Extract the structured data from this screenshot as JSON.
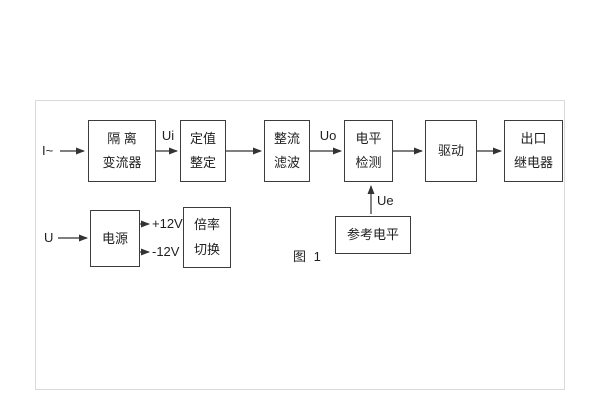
{
  "figure": {
    "caption": "图 1",
    "labels": {
      "input_current": "I~",
      "input_voltage": "U",
      "ui": "Ui",
      "uo": "Uo",
      "ue": "Ue",
      "plus12v": "+12V",
      "minus12v": "-12V"
    },
    "blocks": {
      "isolation": {
        "line1": "隔 离",
        "line2": "变流器"
      },
      "setting": {
        "line1": "定值",
        "line2": "整定"
      },
      "rectify": {
        "line1": "整流",
        "line2": "滤波"
      },
      "level": {
        "line1": "电平",
        "line2": "检测"
      },
      "drive": {
        "line1": "驱动"
      },
      "relay": {
        "line1": "出口",
        "line2": "继电器"
      },
      "power": {
        "line1": "电源"
      },
      "ratio": {
        "line1": "倍率",
        "line2": "切换"
      },
      "reference": {
        "line1": "参考电平"
      }
    },
    "colors": {
      "ink": "#333333",
      "frame": "#d9d9d9"
    }
  }
}
